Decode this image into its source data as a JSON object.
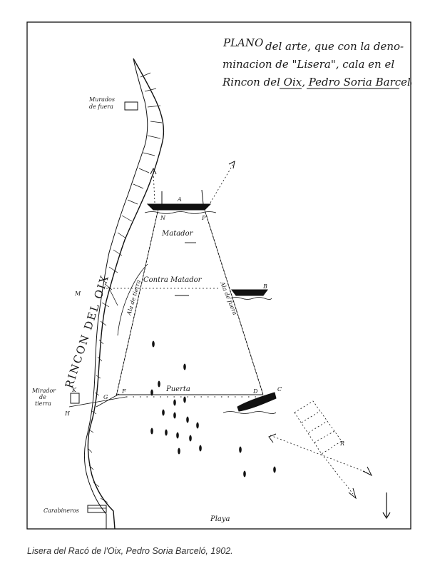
{
  "title": {
    "line1_a": "PLANO",
    "line1_b": "del arte, que con la deno-",
    "line2": "minacion de \"Lisera\", cala en el",
    "line3": "Rincon del Oix, Pedro Soria Barceló"
  },
  "labels": {
    "region": "RINCON DEL OIX",
    "murados_1": "Murados",
    "murados_2": "de fuera",
    "matador": "Matador",
    "contra_matador": "Contra Matador",
    "ala_tierra": "Ala de tierra",
    "ala_fuera": "Ala de fuera",
    "puerta": "Puerta",
    "mirador_1": "Mirador",
    "mirador_2": "de",
    "mirador_3": "tierra",
    "carabineros": "Carabineros",
    "playa": "Playa"
  },
  "letters": {
    "A": "A",
    "B": "B",
    "C": "C",
    "D": "D",
    "F": "F",
    "G": "G",
    "H": "H",
    "K": "K",
    "M": "M",
    "N": "N",
    "R": "R",
    "P": "P"
  },
  "caption": "Lisera del Racó de l'Oix, Pedro Soria Barceló, 1902."
}
